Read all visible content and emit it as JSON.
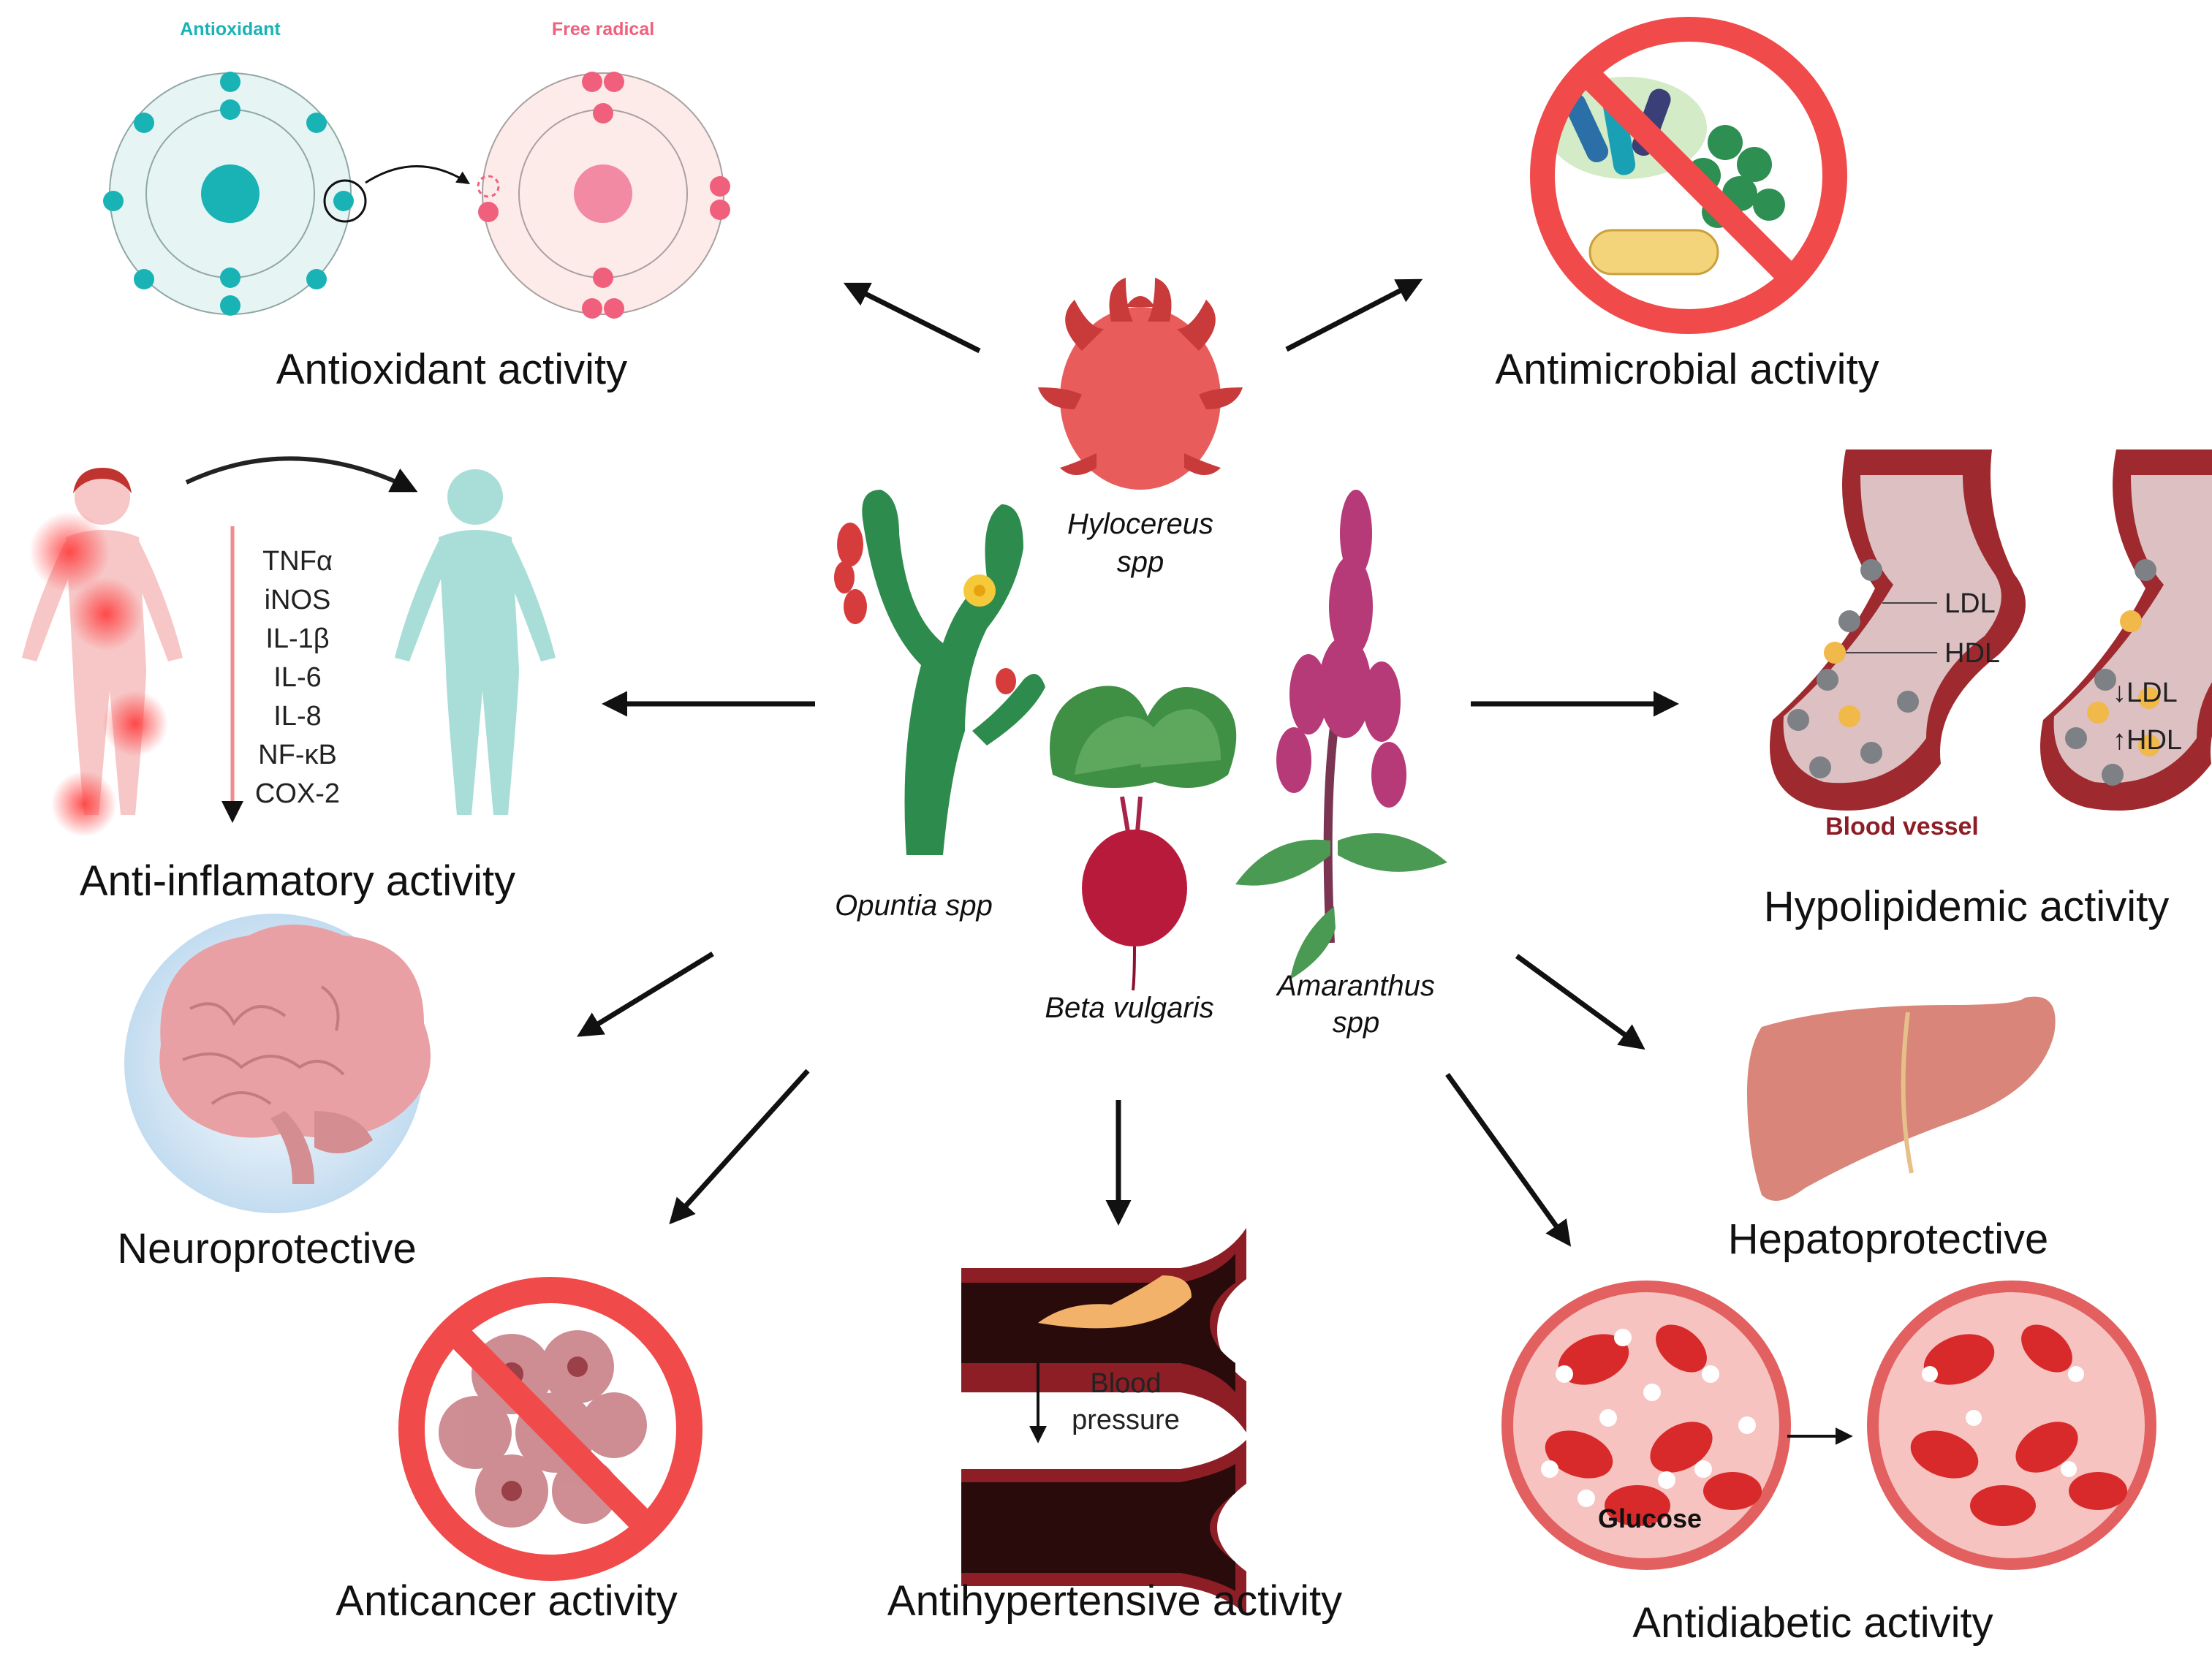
{
  "titles": {
    "antioxidant": "Antioxidant activity",
    "antimicrobial": "Antimicrobial activity",
    "anti_inflammatory": "Anti-inflamatory activity",
    "hypolipidemic": "Hypolipidemic activity",
    "neuroprotective": "Neuroprotective",
    "hepatoprotective": "Hepatoprotective",
    "anticancer": "Anticancer activity",
    "antihypertensive": "Antihypertensive activity",
    "antidiabetic": "Antidiabetic activity"
  },
  "species": {
    "hylocereus_line1": "Hylocereus",
    "hylocereus_line2": "spp",
    "opuntia": "Opuntia spp",
    "beta": "Beta vulgaris",
    "amaranthus_line1": "Amaranthus",
    "amaranthus_line2": "spp"
  },
  "atoms": {
    "antioxidant_label": "Antioxidant",
    "free_radical_label": "Free radical"
  },
  "inflammatory_markers": [
    "TNFα",
    "iNOS",
    "IL-1β",
    "IL-6",
    "IL-8",
    "NF-κB",
    "COX-2"
  ],
  "lipids": {
    "ldl": "LDL",
    "hdl": "HDL",
    "ldl_down": "↓LDL",
    "hdl_up": "↑HDL",
    "blood_vessel": "Blood vessel"
  },
  "blood_pressure": {
    "line1": "Blood",
    "line2": "pressure"
  },
  "glucose_label": "Glucose",
  "colors": {
    "antioxidant_teal": "#19b3b5",
    "free_radical_pink": "#f0607d",
    "prohibit_red": "#f04a4a",
    "vessel_red": "#8e1e26",
    "plant_green": "#2f8a4d"
  }
}
